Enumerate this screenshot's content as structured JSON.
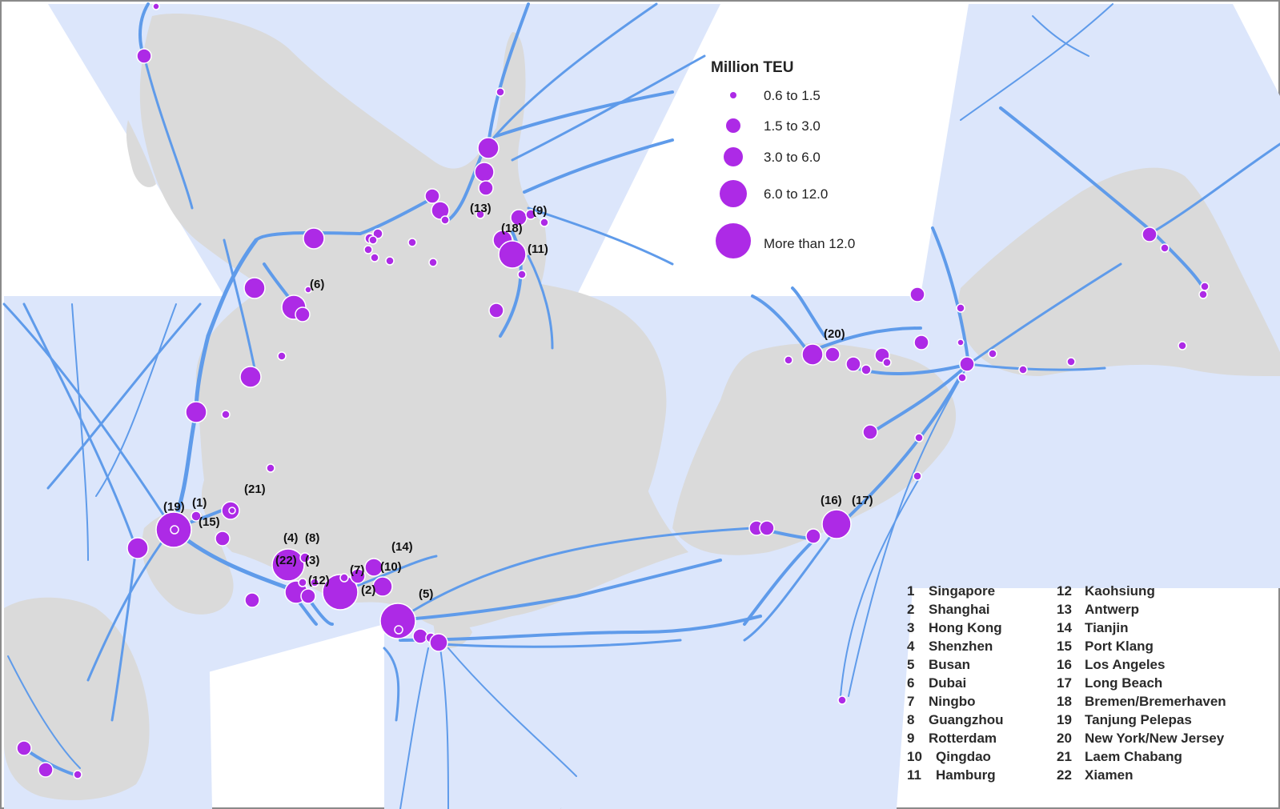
{
  "legend": {
    "title": "Million TEU",
    "classes": [
      {
        "label": "0.6 to 1.5"
      },
      {
        "label": "1.5 to 3.0"
      },
      {
        "label": "3.0 to 6.0"
      },
      {
        "label": "6.0 to 12.0"
      },
      {
        "label": "More than 12.0"
      }
    ]
  },
  "colors": {
    "ocean": "#dce6fb",
    "land": "#dcdcdc",
    "route": "#5f9bea",
    "port_fill": "#ad2ae6",
    "port_stroke": "#ffffff",
    "label": "#111111"
  },
  "port_labels": [
    "(1)",
    "(2)",
    "(3)",
    "(4)",
    "(5)",
    "(6)",
    "(7)",
    "(8)",
    "(9)",
    "(10)",
    "(11)",
    "(12)",
    "(13)",
    "(14)",
    "(15)",
    "(16)",
    "(17)",
    "(18)",
    "(19)",
    "(20)",
    "(21)",
    "(22)"
  ],
  "port_key": [
    {
      "num": "1",
      "name": "Singapore"
    },
    {
      "num": "2",
      "name": "Shanghai"
    },
    {
      "num": "3",
      "name": "Hong Kong"
    },
    {
      "num": "4",
      "name": "Shenzhen"
    },
    {
      "num": "5",
      "name": "Busan"
    },
    {
      "num": "6",
      "name": "Dubai"
    },
    {
      "num": "7",
      "name": "Ningbo"
    },
    {
      "num": "8",
      "name": "Guangzhou"
    },
    {
      "num": "9",
      "name": "Rotterdam"
    },
    {
      "num": "10",
      "name": "Qingdao"
    },
    {
      "num": "11",
      "name": "Hamburg"
    },
    {
      "num": "12",
      "name": "Kaohsiung"
    },
    {
      "num": "13",
      "name": "Antwerp"
    },
    {
      "num": "14",
      "name": "Tianjin"
    },
    {
      "num": "15",
      "name": "Port Klang"
    },
    {
      "num": "16",
      "name": "Los Angeles"
    },
    {
      "num": "17",
      "name": "Long Beach"
    },
    {
      "num": "18",
      "name": "Bremen/Bremerhaven"
    },
    {
      "num": "19",
      "name": "Tanjung Pelepas"
    },
    {
      "num": "20",
      "name": "New York/New Jersey"
    },
    {
      "num": "21",
      "name": "Laem Chabang"
    },
    {
      "num": "22",
      "name": "Xiamen"
    }
  ]
}
